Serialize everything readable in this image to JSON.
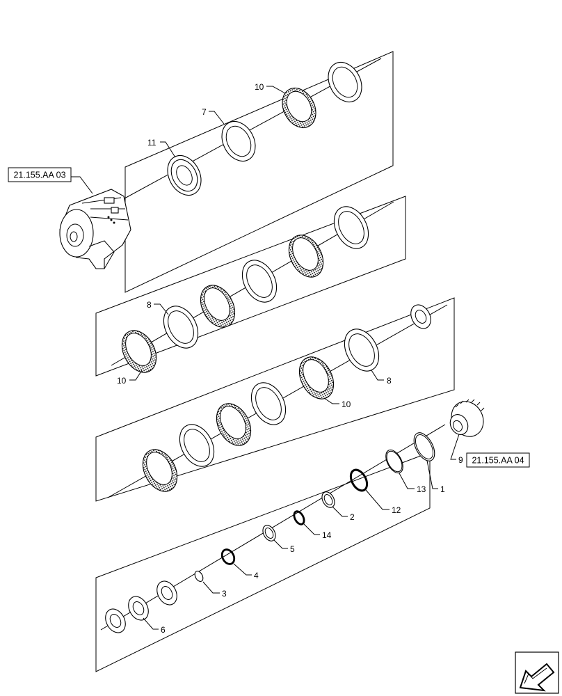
{
  "references": {
    "top_left": "21.155.AA 03",
    "right": "21.155.AA 04"
  },
  "callouts": {
    "c10_top": "10",
    "c7": "7",
    "c11": "11",
    "c8_left": "8",
    "c10_left": "10",
    "c10_mid": "10",
    "c8_right": "8",
    "c9": "9",
    "c13": "13",
    "c1": "1",
    "c12": "12",
    "c2": "2",
    "c14": "14",
    "c5": "5",
    "c4": "4",
    "c3": "3",
    "c6": "6"
  },
  "icons": {
    "navigation": "arrow-icon"
  }
}
